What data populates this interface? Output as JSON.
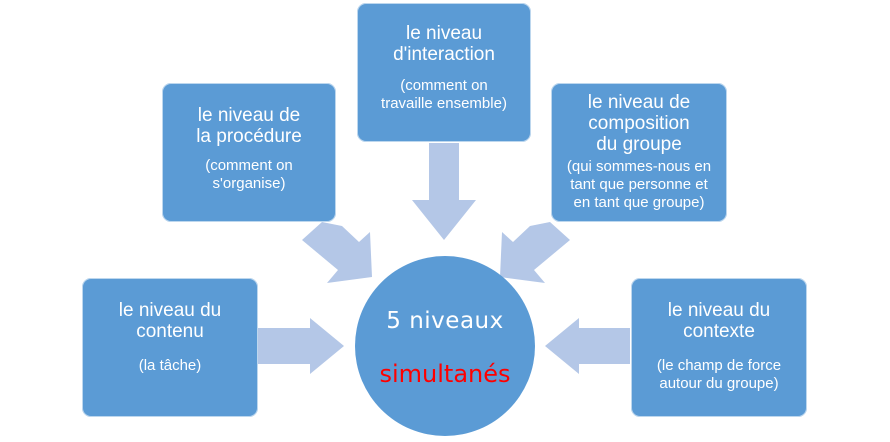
{
  "center": {
    "line1": "5 niveaux",
    "line2": "simultanés"
  },
  "boxes": [
    {
      "id": "procedure",
      "title": "le niveau de\nla procédure",
      "subtitle": "(comment on\ns'organise)"
    },
    {
      "id": "interaction",
      "title": "le niveau\nd'interaction",
      "subtitle": "(comment on\ntravaille ensemble)"
    },
    {
      "id": "composition",
      "title": "le niveau de\ncomposition\ndu groupe",
      "subtitle": "(qui sommes-nous en\ntant que personne et\nen tant que groupe)"
    },
    {
      "id": "contenu",
      "title": "le niveau du\ncontenu",
      "subtitle": "(la tâche)"
    },
    {
      "id": "contexte",
      "title": "le niveau du\ncontexte",
      "subtitle": "(le champ de force\nautour du groupe)"
    }
  ],
  "colors": {
    "box_fill": "#5b9bd5",
    "arrow_fill": "#b4c7e7",
    "center_text": "#ffffff",
    "highlight_text": "#ff0000"
  }
}
